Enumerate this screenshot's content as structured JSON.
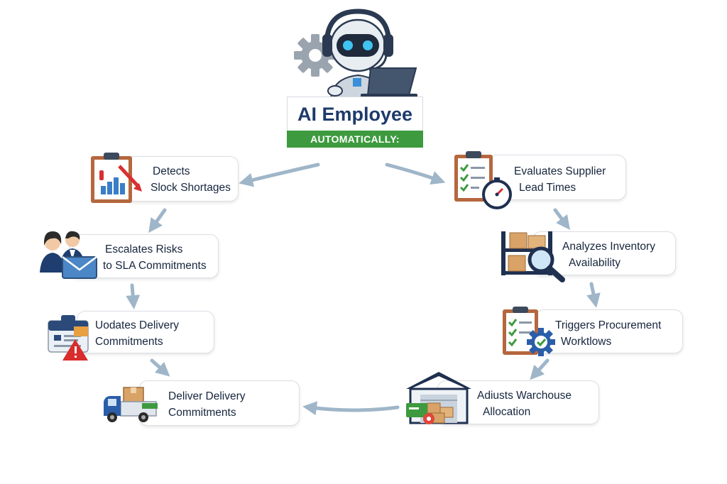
{
  "header": {
    "title": "AI Employee",
    "banner": "AUTOMATICALLY:"
  },
  "steps": [
    {
      "line1": "Detects",
      "line2": "Slock Shortages",
      "icon": "bar-chart-clipboard-icon"
    },
    {
      "line1": "Escalates Risks",
      "line2": "to SLA Commitments",
      "icon": "people-envelope-icon"
    },
    {
      "line1": "Uodates Delivery",
      "line2": "Commitments",
      "icon": "document-warning-icon"
    },
    {
      "line1": "Deliver Delivery",
      "line2": "Commitments",
      "icon": "delivery-truck-icon"
    },
    {
      "line1": "Evaluates Supplier",
      "line2": "Lead Times",
      "icon": "checklist-stopwatch-icon"
    },
    {
      "line1": "Analyzes Inventory",
      "line2": "Availability",
      "icon": "shelves-magnifier-icon"
    },
    {
      "line1": "Triggers Procurement",
      "line2": "Worktlows",
      "icon": "checklist-gear-icon"
    },
    {
      "line1": "Adiusts Warchouse",
      "line2": "Allocation",
      "icon": "warehouse-icon"
    }
  ],
  "colors": {
    "accent_green": "#3e9a3e",
    "title_navy": "#1e3a6b",
    "arrow_blue": "#9fb6c9"
  }
}
